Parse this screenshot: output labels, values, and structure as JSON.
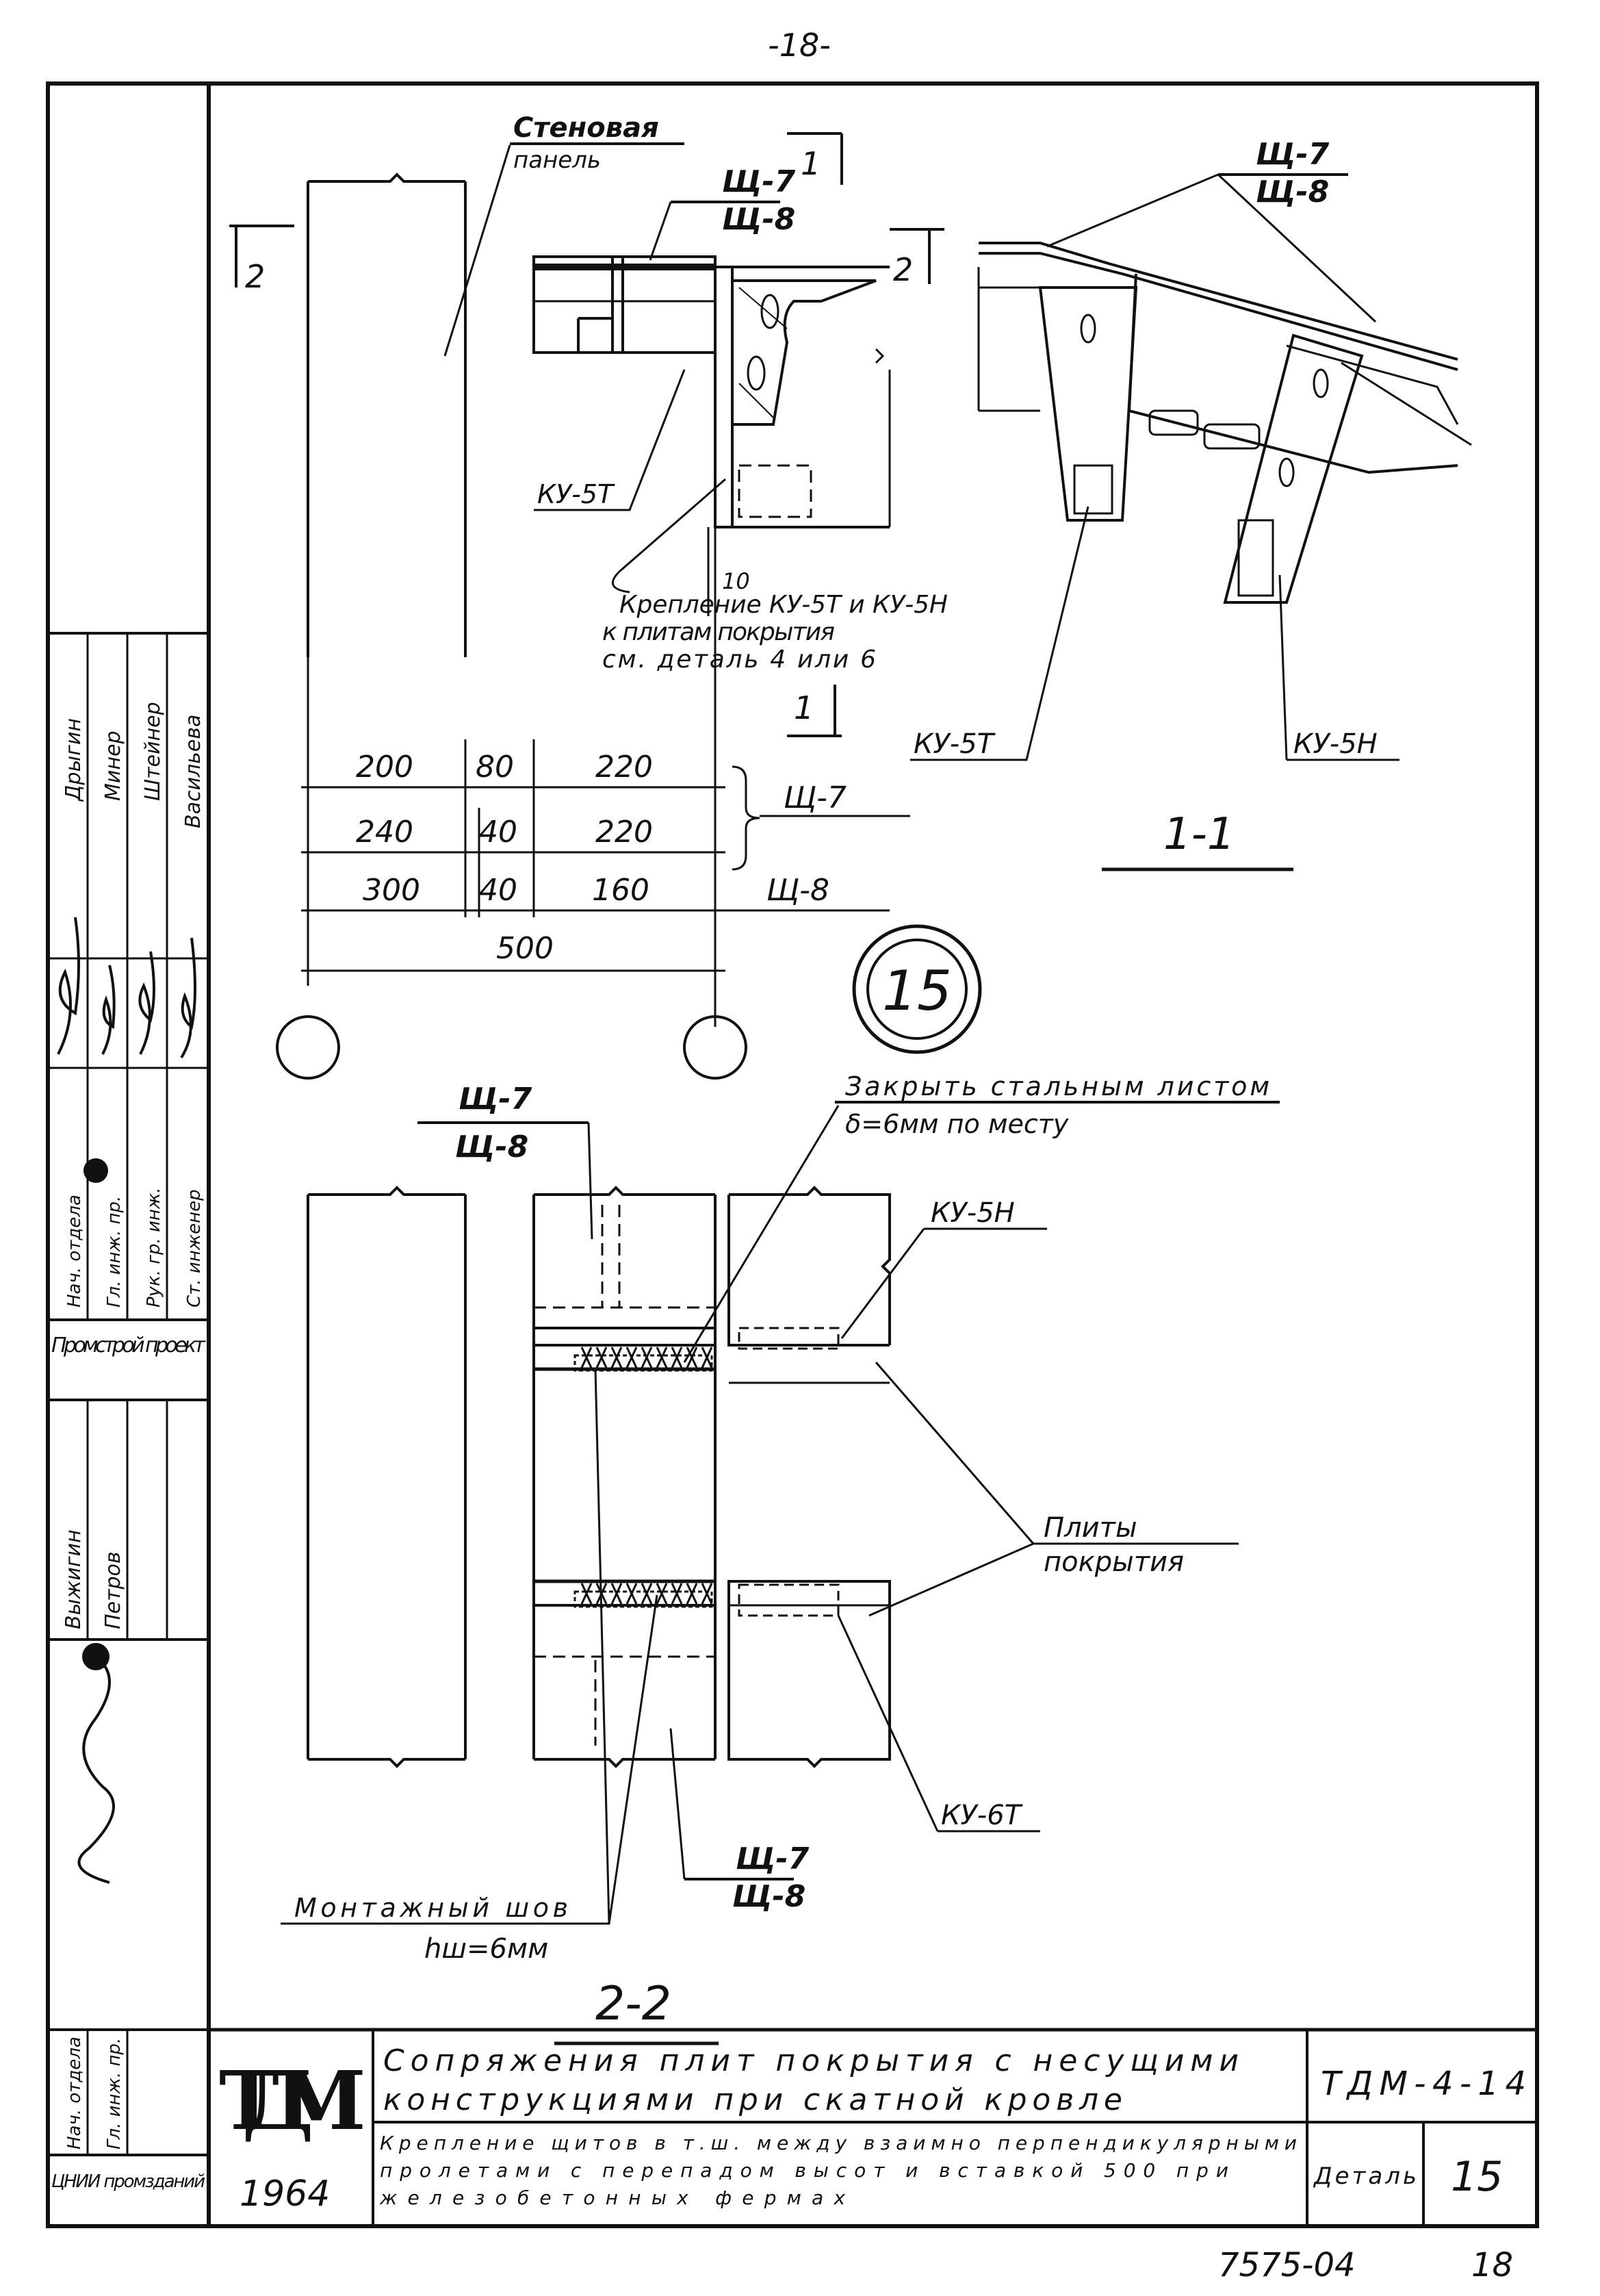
{
  "page_number": "-18-",
  "sheet_number": "18",
  "archive_number": "7575-04",
  "drawing": {
    "callouts": {
      "wall_panel_line1": "Стеновая",
      "wall_panel_line2": "панель",
      "shield_top_a": "Щ-7",
      "shield_top_b": "Щ-8",
      "section_1_mark": "1",
      "section_2_mark": "2",
      "ku5t_label_a": "КУ-5Т",
      "fastening_line1": "Крепление КУ-5Т и КУ-5Н",
      "fastening_line2": "к плитам покрытия",
      "fastening_line3": "см. деталь 4 или 6",
      "dim_10": "10",
      "section_1_1_shield_a": "Щ-7",
      "section_1_1_shield_b": "Щ-8",
      "ku5t_label_b": "КУ-5Т",
      "ku5h_label_b": "КУ-5Н",
      "section_1_1_title": "1-1",
      "detail_number": "15",
      "cover_sheet_line1": "Закрыть стальным листом",
      "cover_sheet_line2": "δ=6мм по месту",
      "shield_mid_a": "Щ-7",
      "shield_mid_b": "Щ-8",
      "ku5h_label_c": "КУ-5Н",
      "slabs_line1": "Плиты",
      "slabs_line2": "покрытия",
      "ku6t_label": "КУ-6Т",
      "shield_bot_a": "Щ-7",
      "shield_bot_b": "Щ-8",
      "weld_line1": "Монтажный шов",
      "weld_line2": "hш=6мм",
      "section_2_2_title": "2-2"
    },
    "dimensions": {
      "row1": [
        "200",
        "80",
        "220"
      ],
      "row1_label": "Щ-7",
      "row2": [
        "240",
        "40",
        "220"
      ],
      "row3": [
        "300",
        "40",
        "160"
      ],
      "row3_label": "Щ-8",
      "total": "500"
    }
  },
  "left_stamp": {
    "names": [
      "Дрыгин",
      "Минер",
      "Штейнер",
      "Васильева"
    ],
    "positions": [
      "Нач. отдела",
      "Гл. инж. пр.",
      "Рук. гр. инж.",
      "Ст. инженер"
    ],
    "org1": "Промстрой проект",
    "names2": [
      "Выжигин",
      "Петров"
    ],
    "positions2": [
      "Нач. отдела",
      "Гл. инж. пр."
    ],
    "org2": "ЦНИИ промзданий"
  },
  "title_block": {
    "logo": "ТДМ",
    "year": "1964",
    "title_line1": "Сопряжения плит покрытия с несущими",
    "title_line2": "конструкциями при скатной кровле",
    "sub_line1": "Крепление щитов в т.ш. между взаимно перпендикулярными",
    "sub_line2": "пролетами с перепадом высот и вставкой 500 при",
    "sub_line3": "железобетонных фермах",
    "code": "ТДМ-4-14",
    "detail_label": "Деталь",
    "detail_no": "15"
  }
}
